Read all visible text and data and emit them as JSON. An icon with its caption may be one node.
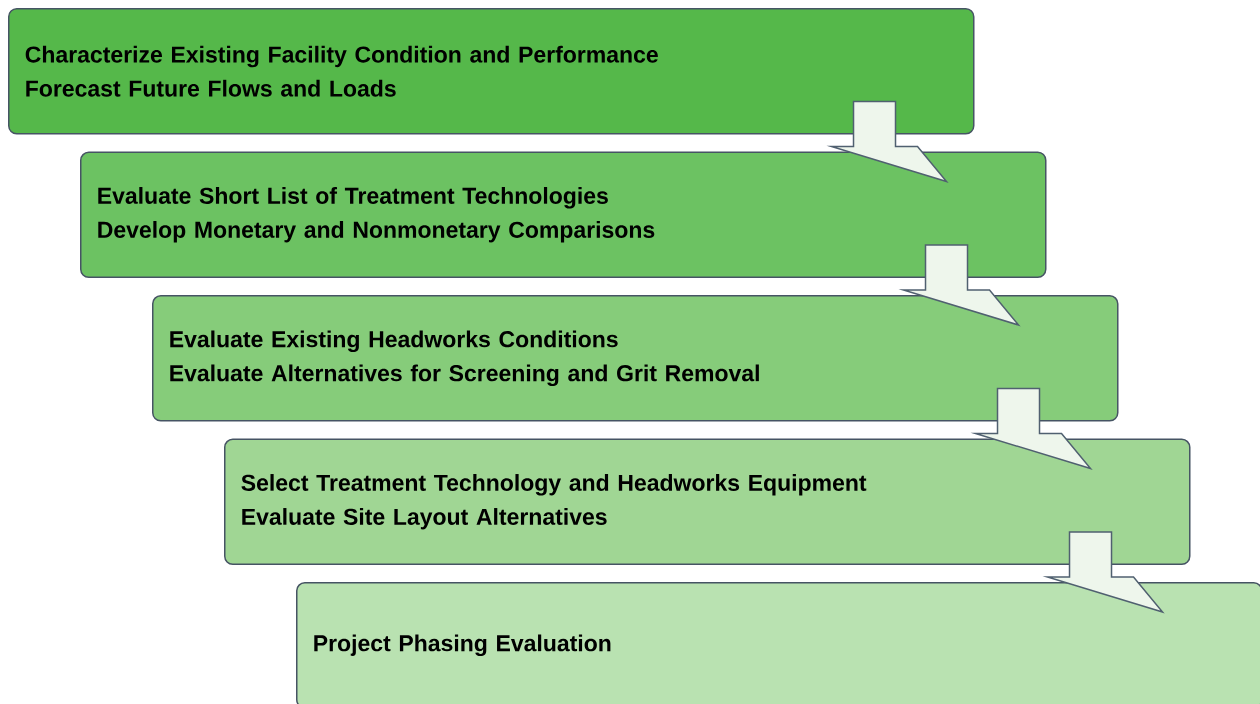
{
  "diagram": {
    "nodes": [
      {
        "text": [
          "Characterize Existing Facility Condition and Performance",
          "Forecast Future Flows and Loads"
        ]
      },
      {
        "text": [
          "Evaluate Short List of Treatment Technologies",
          "Develop Monetary and Nonmonetary Comparisons"
        ]
      },
      {
        "text": [
          "Evaluate Existing Headworks Conditions",
          "Evaluate Alternatives for Screening and Grit Removal"
        ]
      },
      {
        "text": [
          "Select Treatment Technology and Headworks Equipment",
          "Evaluate Site Layout Alternatives"
        ]
      },
      {
        "text": [
          "Project Phasing Evaluation"
        ]
      }
    ],
    "edges": [
      {
        "from": 0,
        "to": 1,
        "arrow": "to"
      },
      {
        "from": 1,
        "to": 2,
        "arrow": "to"
      },
      {
        "from": 2,
        "to": 3,
        "arrow": "to"
      },
      {
        "from": 3,
        "to": 4,
        "arrow": "to"
      }
    ]
  }
}
